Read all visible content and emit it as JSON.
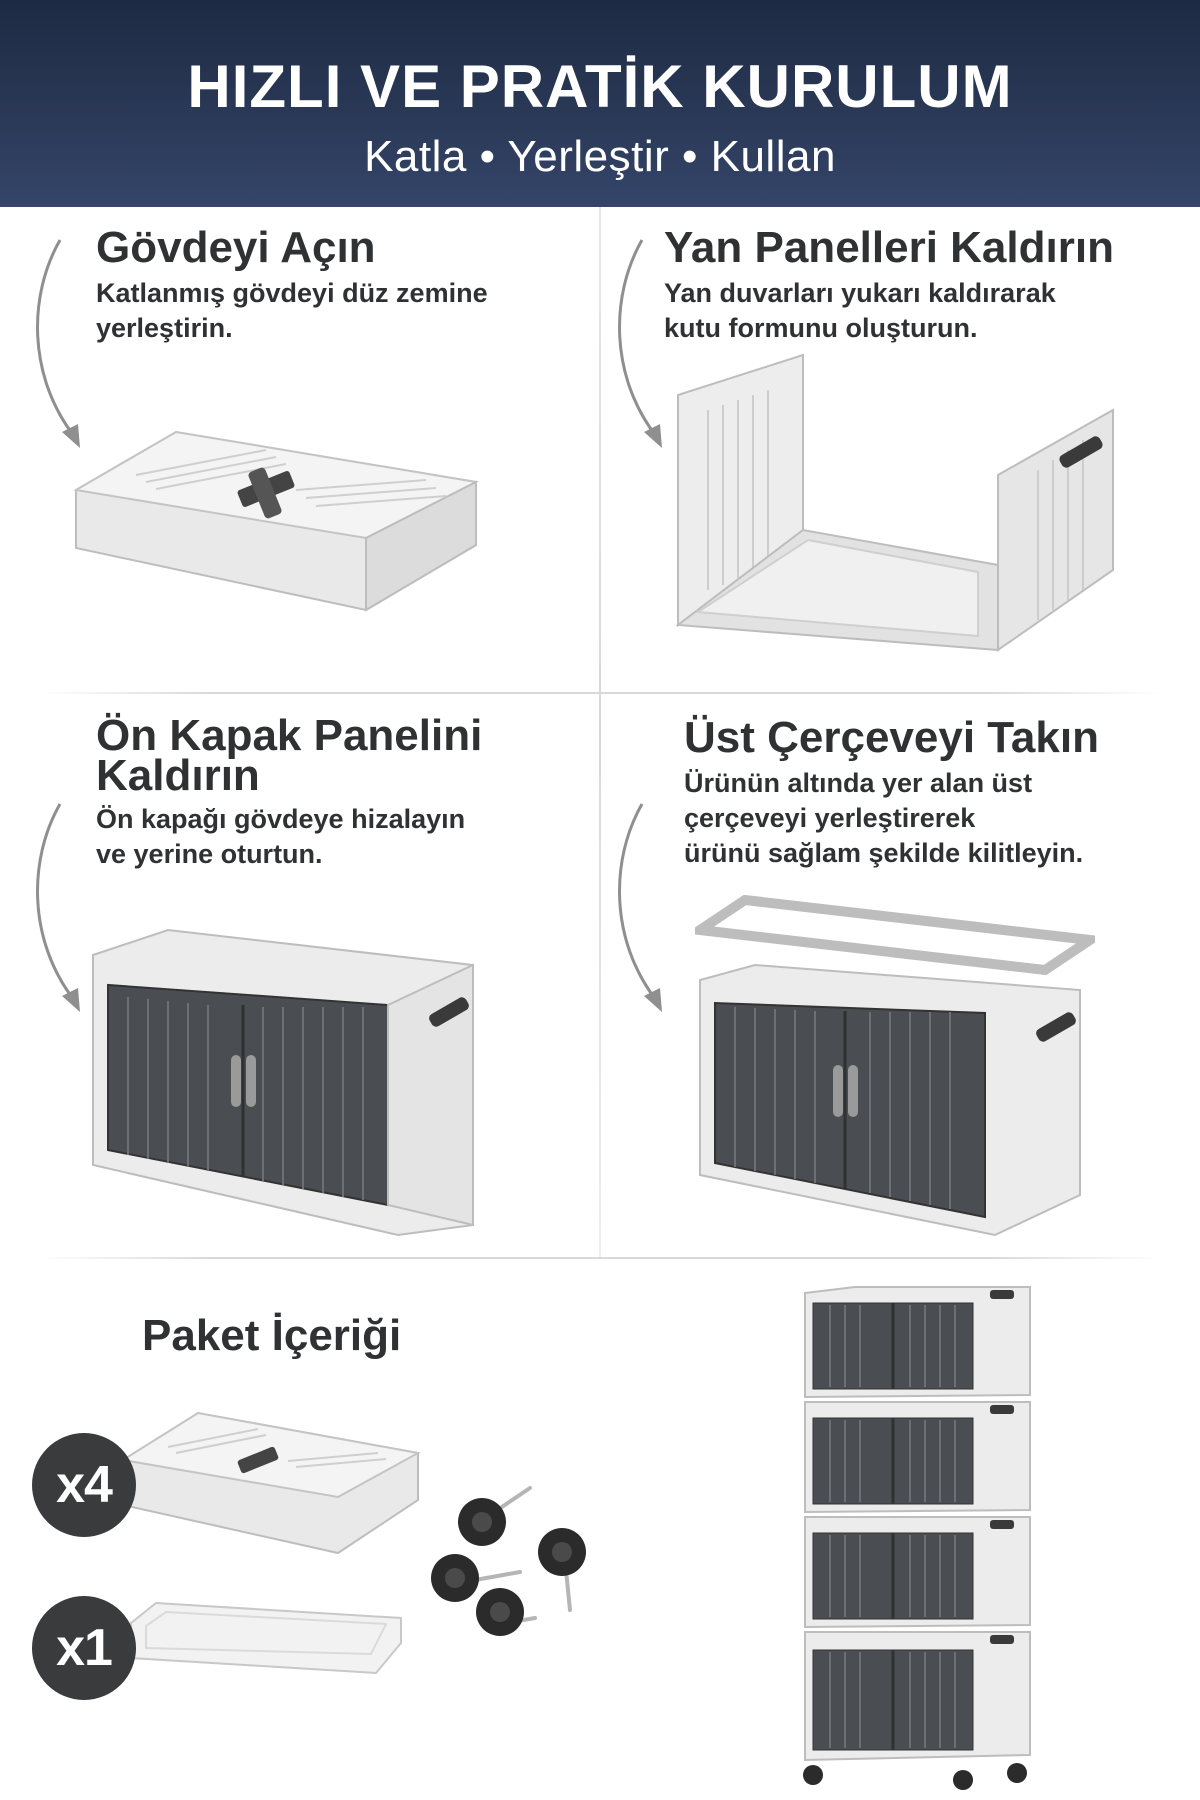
{
  "header": {
    "title": "HIZLI VE PRATİK KURULUM",
    "subtitle": "Katla • Yerleştir • Kullan"
  },
  "steps": [
    {
      "title": "Gövdeyi Açın",
      "description": "Katlanmış gövdeyi düz zemine\nyerleştirin."
    },
    {
      "title": "Yan Panelleri Kaldırın",
      "description": "Yan duvarları yukarı kaldırarak\nkutu formunu oluşturun."
    },
    {
      "title": "Ön Kapak Panelini\nKaldırın",
      "description": "Ön kapağı gövdeye hizalayın\nve yerine oturtun."
    },
    {
      "title": "Üst Çerçeveyi Takın",
      "description": "Ürünün altında yer alan üst\nçerçeveyi yerleştirerek\nürünü sağlam şekilde kilitleyin."
    }
  ],
  "package": {
    "title": "Paket İçeriği",
    "items": [
      {
        "count": "x4",
        "icon": "folded-box-icon"
      },
      {
        "count": "x1",
        "icon": "top-frame-icon"
      }
    ],
    "extras_icon": "caster-wheels-icon"
  },
  "colors": {
    "header_bg": "#1d2a43",
    "text": "#2f3133",
    "badge_bg": "#3a3b3d",
    "door_dark": "#4a4d52",
    "body_light": "#ececec"
  }
}
